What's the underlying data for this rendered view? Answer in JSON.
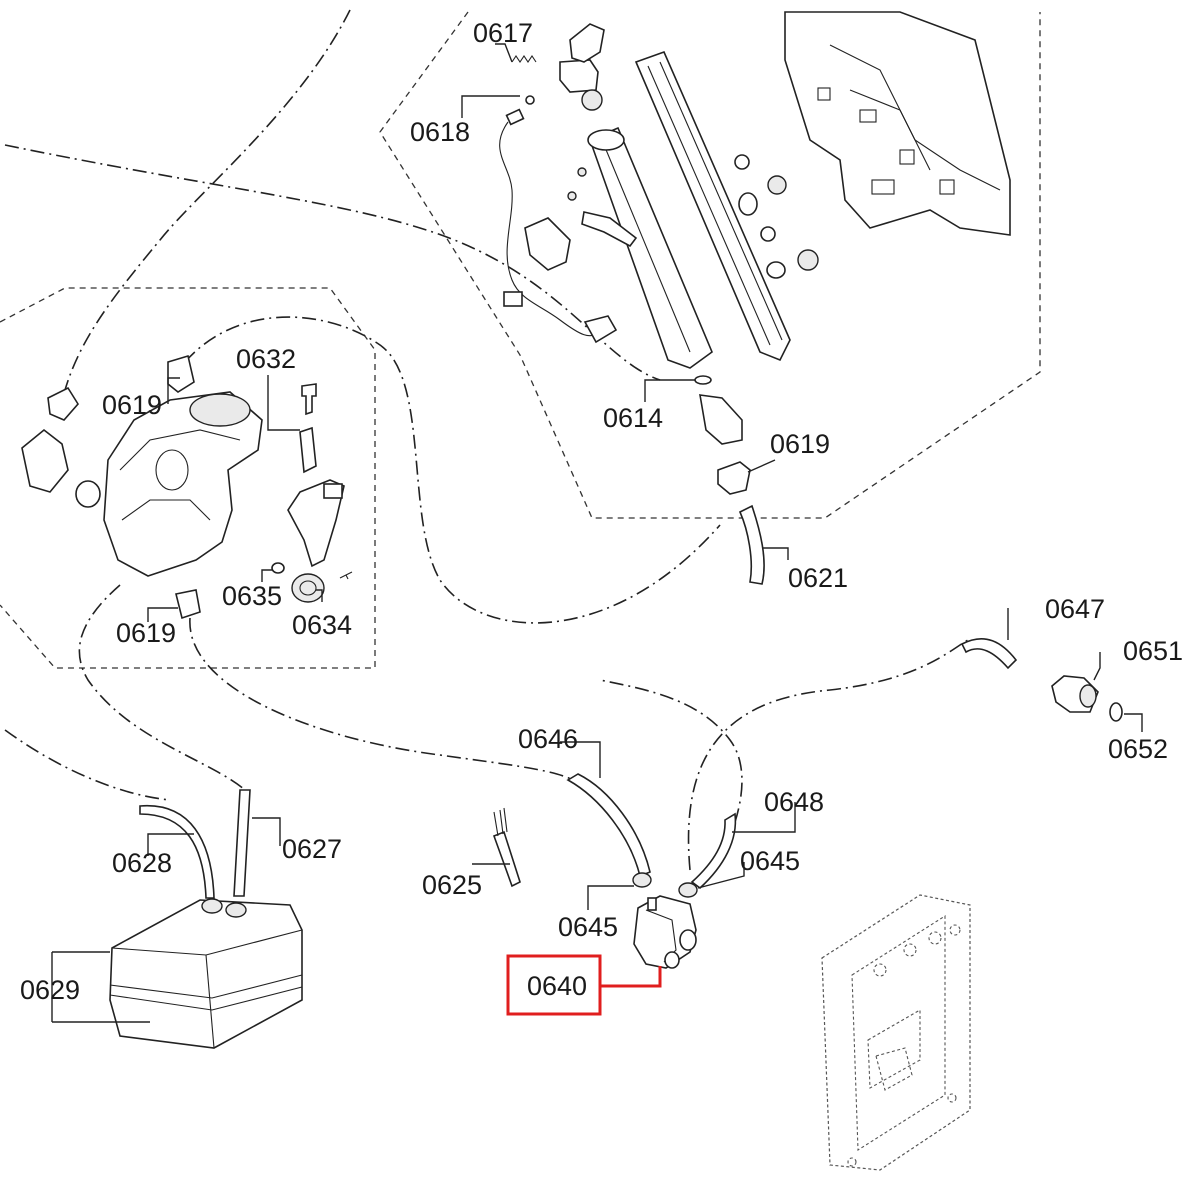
{
  "labels": {
    "p0617": "0617",
    "p0618": "0618",
    "p0614": "0614",
    "p0619a": "0619",
    "p0619b": "0619",
    "p0619c": "0619",
    "p0621": "0621",
    "p0632": "0632",
    "p0635": "0635",
    "p0634": "0634",
    "p0647": "0647",
    "p0651": "0651",
    "p0652": "0652",
    "p0646": "0646",
    "p0648": "0648",
    "p0645a": "0645",
    "p0645b": "0645",
    "p0625": "0625",
    "p0628": "0628",
    "p0627": "0627",
    "p0629": "0629",
    "p0640": "0640"
  },
  "highlight": {
    "part": "0640",
    "color": "#e01e1e"
  }
}
